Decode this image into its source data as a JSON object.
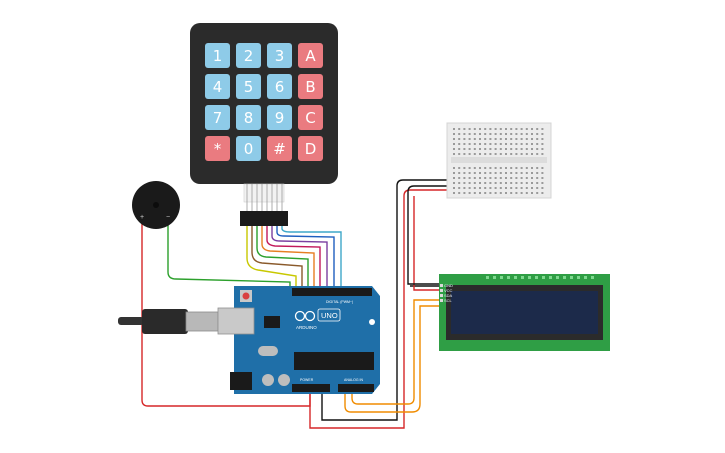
{
  "keypad": {
    "rows": [
      [
        {
          "label": "1",
          "kind": "num"
        },
        {
          "label": "2",
          "kind": "num"
        },
        {
          "label": "3",
          "kind": "num"
        },
        {
          "label": "A",
          "kind": "letter"
        }
      ],
      [
        {
          "label": "4",
          "kind": "num"
        },
        {
          "label": "5",
          "kind": "num"
        },
        {
          "label": "6",
          "kind": "num"
        },
        {
          "label": "B",
          "kind": "letter"
        }
      ],
      [
        {
          "label": "7",
          "kind": "num"
        },
        {
          "label": "8",
          "kind": "num"
        },
        {
          "label": "9",
          "kind": "num"
        },
        {
          "label": "C",
          "kind": "letter"
        }
      ],
      [
        {
          "label": "*",
          "kind": "letter"
        },
        {
          "label": "0",
          "kind": "num"
        },
        {
          "label": "#",
          "kind": "letter"
        },
        {
          "label": "D",
          "kind": "letter"
        }
      ]
    ]
  },
  "buzzer": {
    "plus_label": "+",
    "minus_label": "−"
  },
  "arduino": {
    "brand": "ARDUINO",
    "model": "UNO",
    "digital_label": "DIGITAL (PWM~)",
    "power_label": "POWER",
    "analog_label": "ANALOG IN"
  },
  "lcd": {
    "pins": [
      "GND",
      "VCC",
      "SDA",
      "SCL"
    ]
  },
  "colors": {
    "keypad_body": "#2b2b2b",
    "key_blue": "#8ecbe8",
    "key_red": "#ea7b80",
    "arduino_board": "#1f6fa8",
    "lcd_pcb": "#2f9e45",
    "lcd_screen": "#1c2a4a",
    "breadboard": "#ececec",
    "wire_red": "#d62728",
    "wire_black": "#111111",
    "wire_orange": "#f08c00",
    "wire_green": "#2ca02c"
  }
}
